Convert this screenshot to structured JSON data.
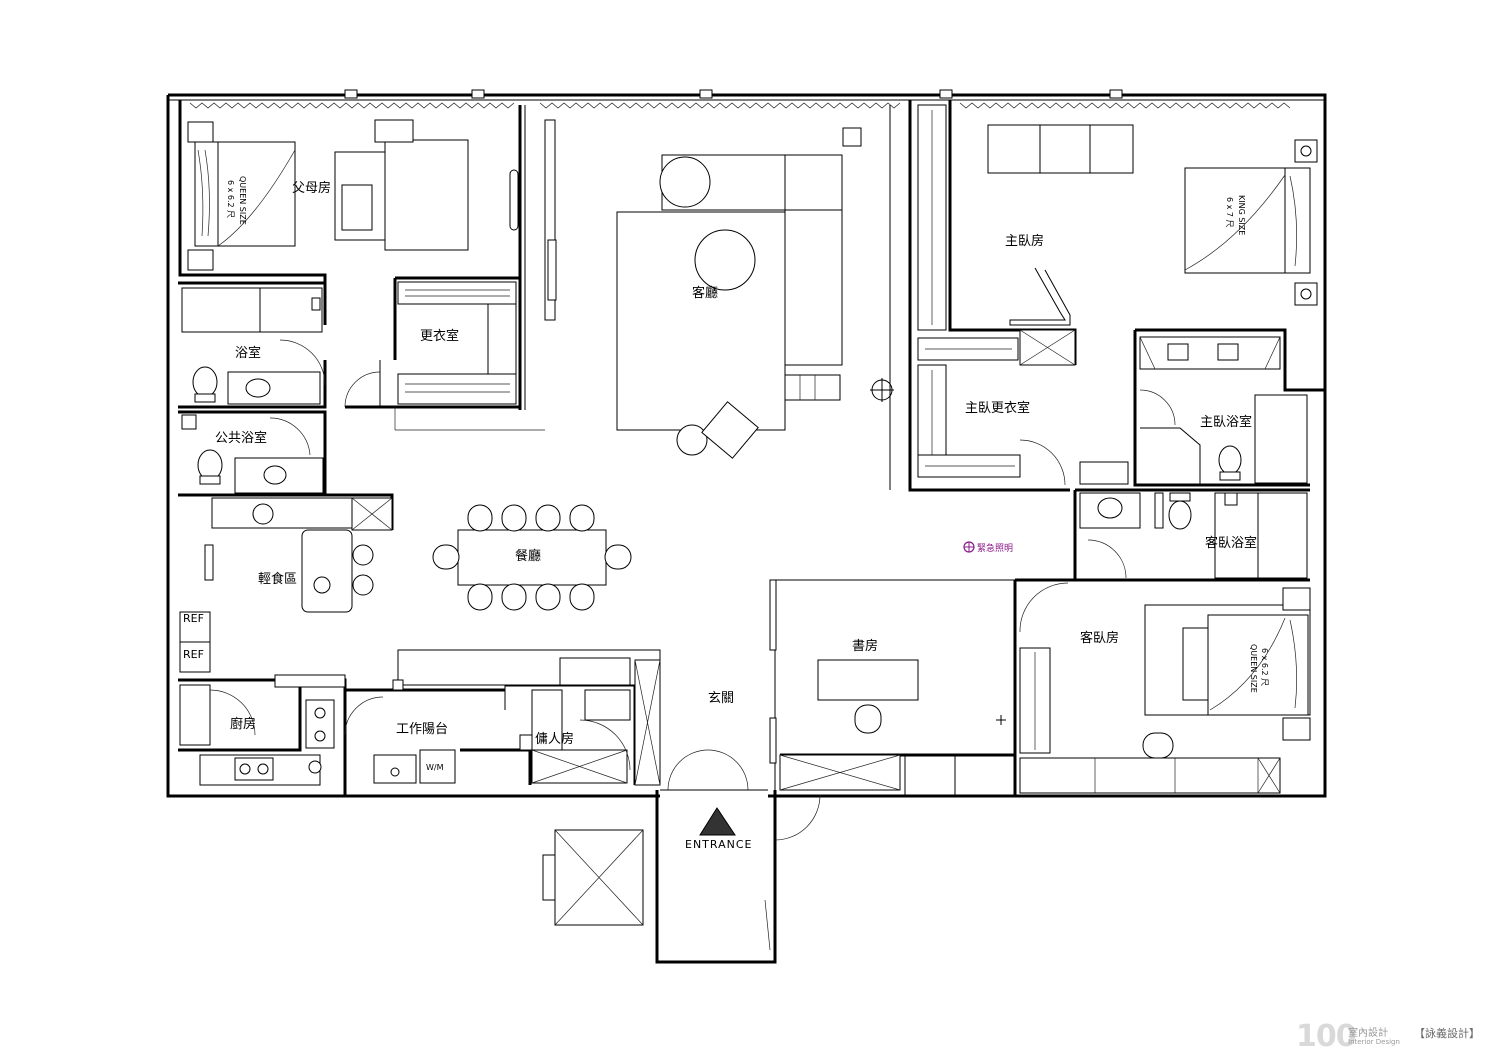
{
  "rooms": {
    "parents_room": "父母房",
    "bathroom": "浴室",
    "walk_in_closet": "更衣室",
    "public_bathroom": "公共浴室",
    "light_meal_area": "輕食區",
    "kitchen": "廚房",
    "work_balcony": "工作陽台",
    "maid_room": "傭人房",
    "dining_room": "餐廳",
    "living_room": "客廳",
    "master_bedroom": "主臥房",
    "master_closet": "主臥更衣室",
    "master_bathroom": "主臥浴室",
    "guest_bathroom": "客臥浴室",
    "guest_room": "客臥房",
    "study": "書房",
    "foyer": "玄關"
  },
  "labels": {
    "ref_1": "REF",
    "ref_2": "REF",
    "washing_machine": "W/M",
    "entrance": "ENTRANCE",
    "emergency_lighting": "緊急照明",
    "bed_parents_size": "6 x 6.2 尺",
    "bed_parents_type": "QUEEN SIZE",
    "bed_master_size": "6 x 7 尺",
    "bed_master_type": "KING SIZE",
    "bed_guest_size": "6 x 6.2 尺",
    "bed_guest_type": "QUEEN SIZE"
  },
  "brand": {
    "logo_number": "100",
    "logo_cn": "室內設計",
    "logo_en": "Interior Design",
    "studio": "【詠義設計】"
  },
  "colors": {
    "emergency": "#8b1a8b",
    "logo": "#d9d9d9"
  }
}
